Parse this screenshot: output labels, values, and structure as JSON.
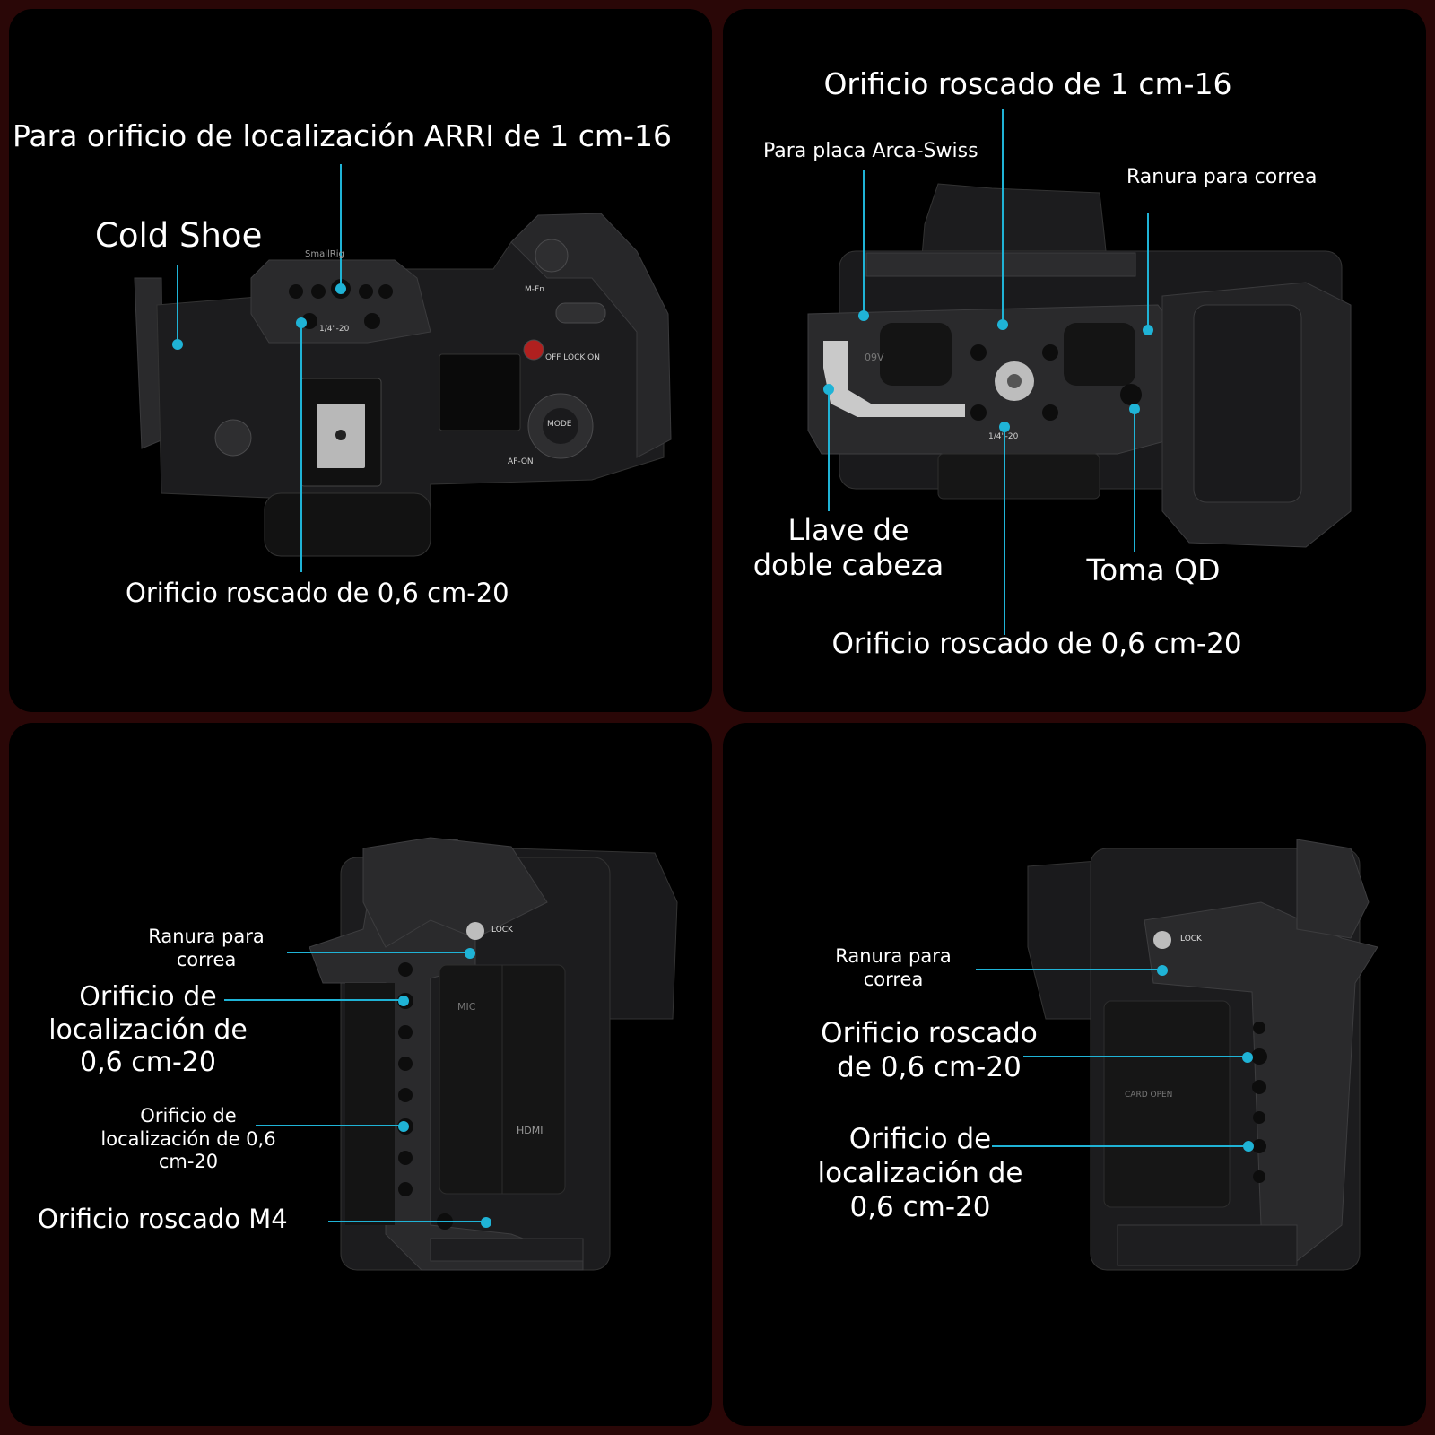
{
  "colors": {
    "background": "#2a0707",
    "panel": "#000000",
    "leader": "#1fb3d6",
    "camera_body": "#1c1c1e",
    "cage_metal": "#2a2a2c"
  },
  "panels": {
    "top_view": {
      "arri_label": "Para orificio de localización ARRI de 1 cm-16",
      "cold_shoe_label": "Cold Shoe",
      "threaded_label": "Orificio roscado de 0,6 cm-20",
      "camera_marks": {
        "brand": "SmallRig",
        "thread": "1/4\"-20",
        "mfn": "M-Fn",
        "off_lock_on": "OFF LOCK ON",
        "mode": "MODE",
        "af_on": "AF-ON"
      }
    },
    "bottom_view": {
      "threaded_top_label": "Orificio roscado de 1 cm-16",
      "arca_label": "Para placa Arca-Swiss",
      "strap_label": "Ranura para correa",
      "key_label": "Llave de\ndoble cabeza",
      "qd_label": "Toma QD",
      "threaded_bottom_label": "Orificio roscado de 0,6 cm-20",
      "camera_marks": {
        "plate_thread": "1/4\"-20",
        "plate_model": "09V"
      }
    },
    "left_side": {
      "strap_label": "Ranura para\ncorrea",
      "locating_big_label": "Orificio de\nlocalización de\n0,6 cm-20",
      "locating_small_label": "Orificio de\nlocalización de 0,6\ncm-20",
      "m4_label": "Orificio roscado M4",
      "camera_marks": {
        "lock": "LOCK",
        "mic": "MIC",
        "hdmi": "HDMI"
      }
    },
    "right_side": {
      "strap_label": "Ranura para\ncorrea",
      "threaded_label": "Orificio roscado\nde 0,6 cm-20",
      "locating_label": "Orificio de\nlocalización de\n0,6 cm-20",
      "camera_marks": {
        "lock": "LOCK",
        "card_door": "CARD OPEN"
      }
    }
  }
}
